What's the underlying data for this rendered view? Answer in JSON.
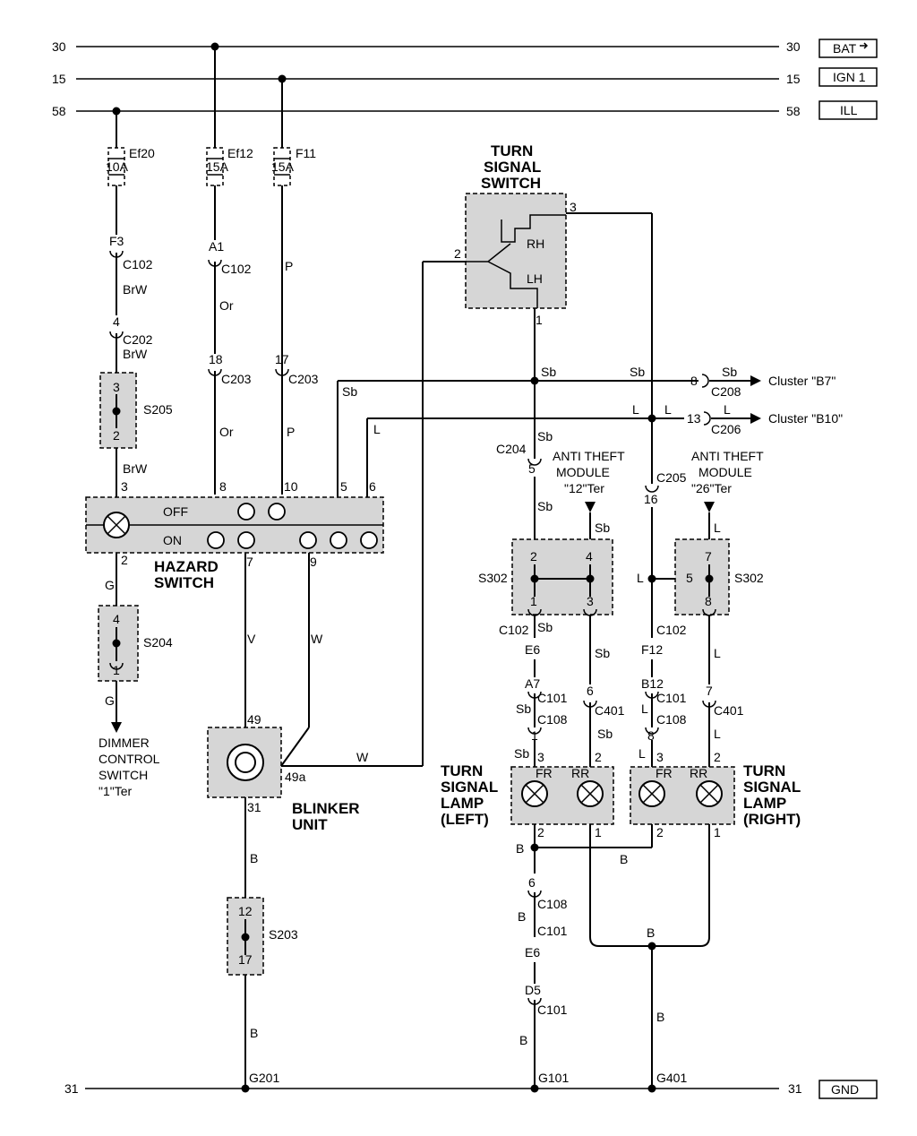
{
  "rails": {
    "r30": "30",
    "r15": "15",
    "r58": "58",
    "r31": "31",
    "bat": "BAT",
    "ign": "IGN 1",
    "ill": "ILL",
    "gnd": "GND"
  },
  "fuses": {
    "ef20_name": "Ef20",
    "ef20_amp": "10A",
    "ef12_name": "Ef12",
    "ef12_amp": "15A",
    "f11_name": "F11",
    "f11_amp": "15A"
  },
  "connectors": {
    "f3": "F3",
    "c102": "C102",
    "a1": "A1",
    "c202": "C202",
    "c203": "C203",
    "c204": "C204",
    "c205": "C205",
    "c208": "C208",
    "c206": "C206",
    "c101": "C101",
    "c108": "C108",
    "c401": "C401",
    "e6": "E6",
    "a7": "A7",
    "f12": "F12",
    "b12": "B12",
    "d5": "D5"
  },
  "wires": {
    "brw": "BrW",
    "or": "Or",
    "p": "P",
    "g": "G",
    "v": "V",
    "w": "W",
    "sb": "Sb",
    "l": "L",
    "b": "B"
  },
  "splices": {
    "s205": "S205",
    "s204": "S204",
    "s203": "S203",
    "s302": "S302"
  },
  "grounds": {
    "g201": "G201",
    "g101": "G101",
    "g401": "G401"
  },
  "pins": {
    "p1": "1",
    "p2": "2",
    "p3": "3",
    "p4": "4",
    "p5": "5",
    "p6": "6",
    "p7": "7",
    "p8": "8",
    "p9": "9",
    "p10": "10",
    "p12": "12",
    "p13": "13",
    "p16": "16",
    "p17": "17",
    "p18": "18",
    "p49": "49",
    "p49a": "49a",
    "p31": "31"
  },
  "components": {
    "turn_signal_switch": [
      "TURN",
      "SIGNAL",
      "SWITCH"
    ],
    "rh": "RH",
    "lh": "LH",
    "hazard_switch": [
      "HAZARD",
      "SWITCH"
    ],
    "off": "OFF",
    "on": "ON",
    "blinker_unit": [
      "BLINKER",
      "UNIT"
    ],
    "lamp_left": [
      "TURN",
      "SIGNAL",
      "LAMP",
      "(LEFT)"
    ],
    "lamp_right": [
      "TURN",
      "SIGNAL",
      "LAMP",
      "(RIGHT)"
    ],
    "fr": "FR",
    "rr": "RR",
    "dimmer": [
      "DIMMER",
      "CONTROL",
      "SWITCH",
      "\"1\"Ter"
    ],
    "anti_theft_12": [
      "ANTI THEFT",
      "MODULE",
      "\"12\"Ter"
    ],
    "anti_theft_26": [
      "ANTI THEFT",
      "MODULE",
      "\"26\"Ter"
    ],
    "cluster_b7": "Cluster \"B7\"",
    "cluster_b10": "Cluster \"B10\""
  }
}
